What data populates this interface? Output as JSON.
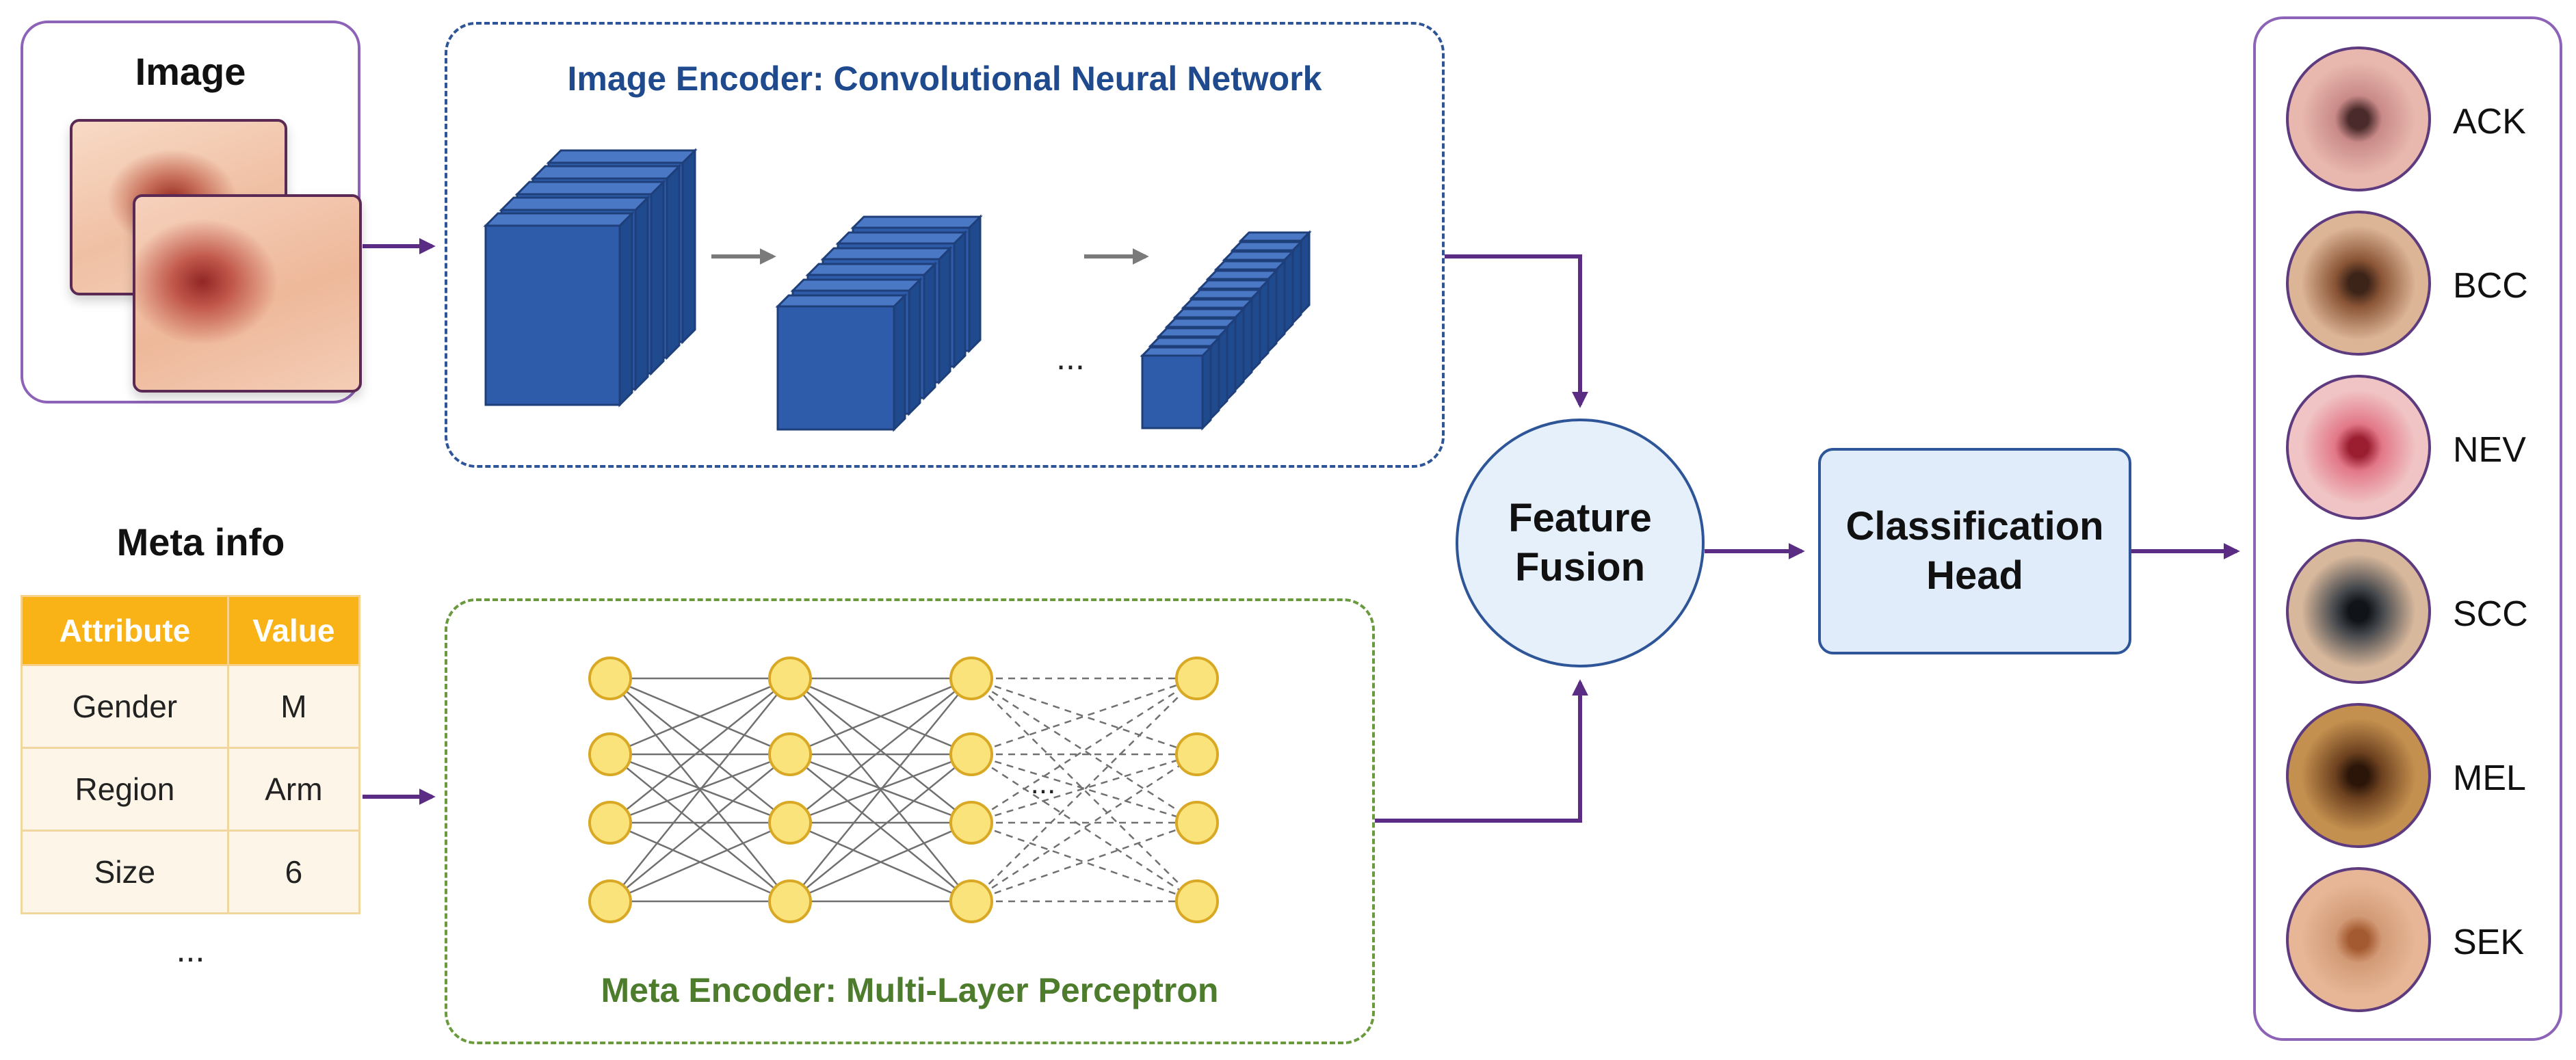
{
  "image_panel": {
    "title": "Image"
  },
  "image_encoder": {
    "title": "Image Encoder: Convolutional Neural Network",
    "ellipsis": "..."
  },
  "meta_panel": {
    "title": "Meta info",
    "columns": [
      "Attribute",
      "Value"
    ],
    "rows": [
      [
        "Gender",
        "M"
      ],
      [
        "Region",
        "Arm"
      ],
      [
        "Size",
        "6"
      ]
    ],
    "ellipsis": "..."
  },
  "meta_encoder": {
    "title": "Meta Encoder: Multi-Layer Perceptron",
    "ellipsis": "..."
  },
  "fusion": {
    "label": "Feature Fusion"
  },
  "head": {
    "label": "Classification Head"
  },
  "classes": [
    {
      "label": "ACK",
      "center": "#4a2a2a",
      "mid": "#c98a88",
      "skin": "#e8b8ae"
    },
    {
      "label": "BCC",
      "center": "#3d2418",
      "mid": "#8a5536",
      "skin": "#dcb496"
    },
    {
      "label": "NEV",
      "center": "#9a1e30",
      "mid": "#e27788",
      "skin": "#f0c4c4"
    },
    {
      "label": "SCC",
      "center": "#101418",
      "mid": "#44474c",
      "skin": "#d8b89c"
    },
    {
      "label": "MEL",
      "center": "#2a1508",
      "mid": "#6e4220",
      "skin": "#c4904f"
    },
    {
      "label": "SEK",
      "center": "#a45a30",
      "mid": "#d29a76",
      "skin": "#e6b696"
    }
  ],
  "colors": {
    "arrow": "#5b2c83",
    "panel_border": "#8d63b8",
    "cnn_block": "#2e5cab",
    "cnn_edge": "#1e3f7a",
    "mlp_node": "#fbe37c",
    "mlp_node_edge": "#d9a825",
    "mlp_edge": "#707070",
    "encoder_border_image": "#2e5597",
    "encoder_border_meta": "#6a9a3e",
    "table_header": "#f9b316"
  }
}
